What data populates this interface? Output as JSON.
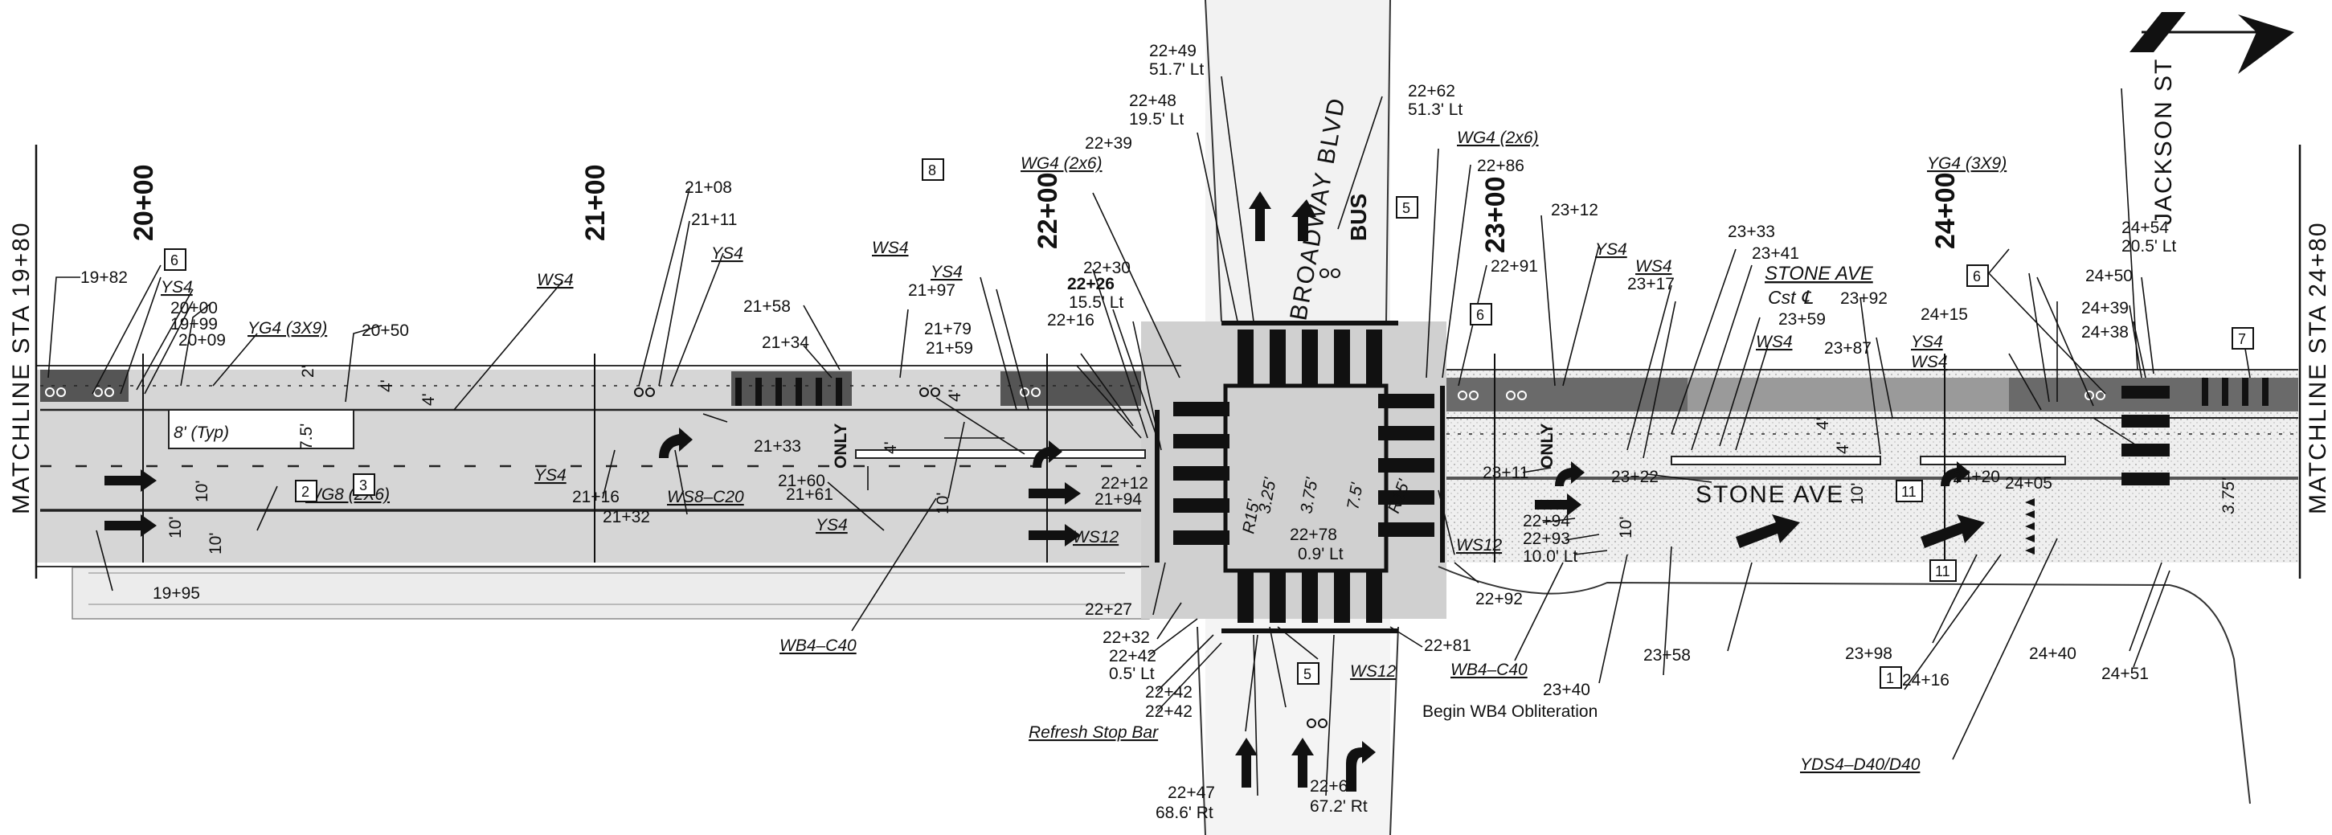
{
  "drawing": {
    "matchline_left": "MATCHLINE STA 19+80",
    "matchline_right": "MATCHLINE STA 24+80",
    "streets": {
      "broadway": "BROADWAY BLVD",
      "jackson": "JACKSON ST",
      "stone": "STONE AVE",
      "stone_header": "STONE AVE",
      "stone_cl": "Cst ℄"
    },
    "stations": {
      "s20": "20+00",
      "s21": "21+00",
      "s22": "22+00",
      "s23": "23+00",
      "s24": "24+00"
    },
    "pavement_text": {
      "only_a": "ONLY",
      "only_b": "ONLY",
      "bus": "BUS"
    },
    "dims": {
      "d1": "8' (Typ)",
      "d2": "7.5'",
      "d3": "2'",
      "d4": "4'",
      "d5": "4'",
      "d6": "10'",
      "d7": "10'",
      "d8": "10'",
      "d9": "4'",
      "d10": "4'",
      "d11": "10'",
      "d12": "3.25'",
      "d13": "3.75'",
      "d14": "7.5'",
      "d15": "R15'",
      "d16": "R15'",
      "d17": "4'",
      "d18": "4'",
      "d19": "10'",
      "d20": "10'",
      "d21": "3.75'"
    },
    "callouts": {
      "c1": "19+82",
      "c2": "20+00",
      "c3": "19+99",
      "c4": "20+09",
      "c5": "YG4 (3X9)",
      "c6": "20+50",
      "c7": "YS4",
      "c8": "WS4",
      "c9": "19+95",
      "c10": "WG8 (2X6)",
      "c11": "21+08",
      "c12": "21+11",
      "c13": "YS4",
      "c14": "YS4",
      "c15": "21+16",
      "c16": "21+32",
      "c17": "WS8–C20",
      "c18": "21+33",
      "c19": "21+58",
      "c20": "21+34",
      "c21": "WS4",
      "c22": "21+97",
      "c23": "YS4",
      "c24": "21+79",
      "c25": "21+59",
      "c26": "21+60",
      "c27": "21+61",
      "c28": "YS4",
      "c29": "WB4–C40",
      "c30": "21+94",
      "c31": "22+12",
      "c32": "WG4 (2x6)",
      "c33": "22+39",
      "c34": "22+30",
      "c35": "22+26",
      "c36": "15.5' Lt",
      "c37": "22+16",
      "c38": "22+49",
      "c39": "51.7' Lt",
      "c40": "22+48",
      "c41": "19.5' Lt",
      "c42": "22+62",
      "c43": "51.3' Lt",
      "c44": "WS12",
      "c45": "22+27",
      "c46": "22+32",
      "c47": "22+42",
      "c48": "0.5' Lt",
      "c49": "22+42",
      "c50": "22+42",
      "c51": "Refresh Stop Bar",
      "c52": "22+47",
      "c53": "68.6' Rt",
      "c54": "22+61",
      "c55": "67.2' Rt",
      "c56": "WS12",
      "c57": "22+81",
      "c58": "22+78",
      "c59": "0.9' Lt",
      "c60": "WS12",
      "c61": "22+92",
      "c62": "WB4–C40",
      "c63": "Begin WB4 Obliteration",
      "c64": "WG4 (2x6)",
      "c65": "22+86",
      "c66": "22+91",
      "c67": "23+12",
      "c68": "YS4",
      "c69": "23+17",
      "c70": "WS4",
      "c71": "23+33",
      "c72": "23+41",
      "c73": "23+59",
      "c74": "WS4",
      "c75": "23+92",
      "c76": "23+87",
      "c77": "23+11",
      "c78": "23+22",
      "c79": "22+94",
      "c80": "22+93",
      "c81": "10.0' Lt",
      "c82": "23+40",
      "c83": "23+58",
      "c84": "23+98",
      "c85": "24+16",
      "c86": "YDS4–D40/D40",
      "c87": "YG4 (3X9)",
      "c88": "24+15",
      "c89": "YS4",
      "c90": "WS4",
      "c91": "24+20",
      "c92": "24+05",
      "c93": "24+54",
      "c94": "20.5' Lt",
      "c95": "24+50",
      "c96": "24+39",
      "c97": "24+38",
      "c98": "24+40",
      "c99": "24+51"
    },
    "tags": {
      "t6a": "6",
      "t2": "2",
      "t3": "3",
      "t8": "8",
      "t5a": "5",
      "t5b": "5",
      "t6b": "6",
      "t11a": "11",
      "t11b": "11",
      "t1": "1",
      "t6c": "6",
      "t7": "7"
    }
  }
}
